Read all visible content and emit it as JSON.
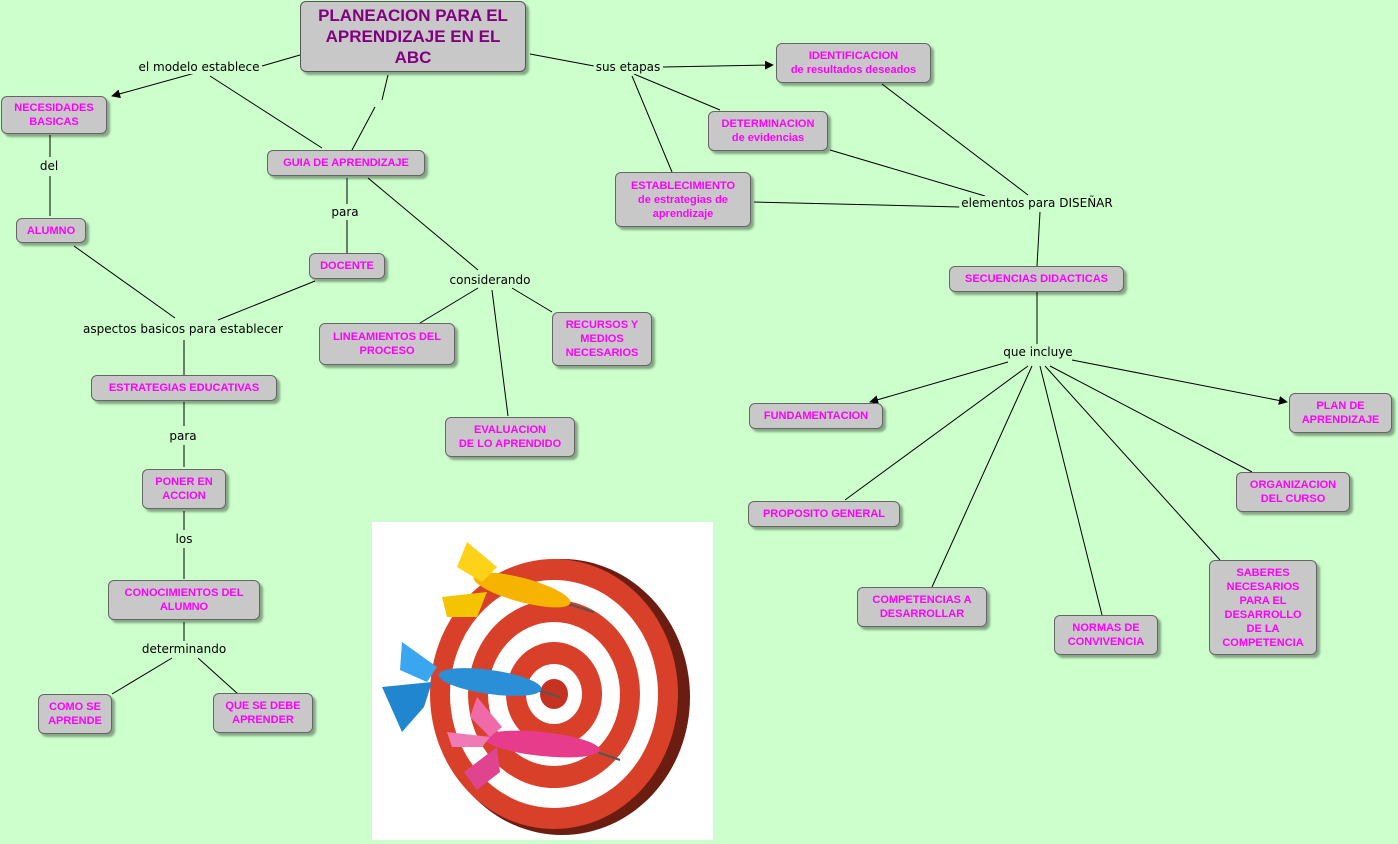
{
  "title": "PLANEACION PARA EL\nAPRENDIZAJE EN EL\nABC",
  "concepts": {
    "necesidades_basicas": "NECESIDADES\nBASICAS",
    "alumno": "ALUMNO",
    "guia_aprendizaje": "GUIA DE APRENDIZAJE",
    "docente": "DOCENTE",
    "estrategias_educativas": "ESTRATEGIAS EDUCATIVAS",
    "poner_en_accion": "PONER EN\nACCION",
    "conocimientos_alumno": "CONOCIMIENTOS DEL\nALUMNO",
    "como_se_aprende": "COMO SE\nAPRENDE",
    "que_se_debe_aprender": "QUE SE DEBE\nAPRENDER",
    "lineamientos": "LINEAMIENTOS DEL\nPROCESO",
    "recursos": "RECURSOS Y\nMEDIOS\nNECESARIOS",
    "evaluacion": "EVALUACION\nDE LO APRENDIDO",
    "identificacion": "IDENTIFICACION\nde resultados deseados",
    "determinacion": "DETERMINACION\nde evidencias",
    "establecimiento": "ESTABLECIMIENTO\nde estrategias de\naprendizaje",
    "secuencias": "SECUENCIAS DIDACTICAS",
    "fundamentacion": "FUNDAMENTACION",
    "plan_aprendizaje": "PLAN DE\nAPRENDIZAJE",
    "proposito": "PROPOSITO GENERAL",
    "organizacion": "ORGANIZACION\nDEL CURSO",
    "competencias": "COMPETENCIAS A\nDESARROLLAR",
    "normas": "NORMAS DE\nCONVIVENCIA",
    "saberes": "SABERES\nNECESARIOS\nPARA EL\nDESARROLLO\nDE LA\nCOMPETENCIA"
  },
  "phrases": {
    "el_modelo_establece": "el modelo establece",
    "sus_etapas": "sus etapas",
    "del": "del",
    "para_1": "para",
    "considerando": "considerando",
    "aspectos": "aspectos basicos para establecer",
    "para_2": "para",
    "los": "los",
    "determinando": "determinando",
    "elementos_disenar": "elementos para DISEÑAR",
    "que_incluye": "que incluye"
  },
  "image": {
    "description_icon": "target-darts-image"
  }
}
